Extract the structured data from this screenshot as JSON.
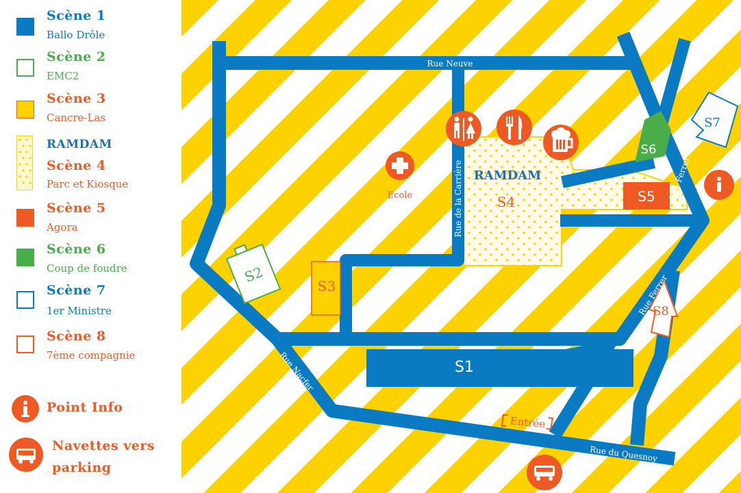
{
  "colors": {
    "blue": "#0a7bc2",
    "green": "#49ad4a",
    "yellow": "#fdd200",
    "orange": "#ef5a24",
    "ramdam_blue": "#1e6fb5"
  },
  "legend": {
    "items": [
      {
        "title": "Scène 1",
        "subtitle": "Ballo Drôle",
        "color": "#0a7bc2",
        "style": "filled"
      },
      {
        "title": "Scène 2",
        "subtitle": "EMC2",
        "color": "#49ad4a",
        "style": "outline"
      },
      {
        "title": "Scène 3",
        "subtitle": "Cancre-Las",
        "color": "#ef5a24",
        "style": "yellow-filled"
      },
      {
        "title": "Scène 4",
        "subtitle": "Parc et Kiosque",
        "color": "#ef5a24",
        "style": "dotted",
        "brand": "RAMDAM"
      },
      {
        "title": "Scène 5",
        "subtitle": "Agora",
        "color": "#ef5a24",
        "style": "filled"
      },
      {
        "title": "Scène 6",
        "subtitle": "Coup de foudre",
        "color": "#49ad4a",
        "style": "filled"
      },
      {
        "title": "Scène 7",
        "subtitle": "1er Ministre",
        "color": "#0a7bc2",
        "style": "outline"
      },
      {
        "title": "Scène 8",
        "subtitle": "7ème compagnie",
        "color": "#ef5a24",
        "style": "outline"
      }
    ],
    "point_info": {
      "label": "Point Info",
      "icon": "info-icon"
    },
    "navettes": {
      "line1": "Navettes vers",
      "line2": "parking",
      "icon": "bus-icon"
    }
  },
  "map": {
    "streets": {
      "rue_neuve": "Rue Neuve",
      "rue_carriere": "Rue de la Carrière",
      "rue_ferrer_top": "Rue Ferrer",
      "rue_ferrer_bottom": "Rue Ferrer",
      "rue_nacfer": "Rue Nacfer",
      "rue_quesnoy": "Rue du Quesnoy"
    },
    "stages": {
      "s1": "S1",
      "s2": "S2",
      "s3": "S3",
      "s4": "S4",
      "s5": "S5",
      "s6": "S6",
      "s7": "S7",
      "s8": "S8"
    },
    "ramdam": "RAMDAM",
    "ecole": "Ecole",
    "entree": "Entrée",
    "icons": [
      "toilets-icon",
      "restaurant-icon",
      "beer-icon",
      "first-aid-icon",
      "info-icon",
      "bus-icon"
    ]
  }
}
